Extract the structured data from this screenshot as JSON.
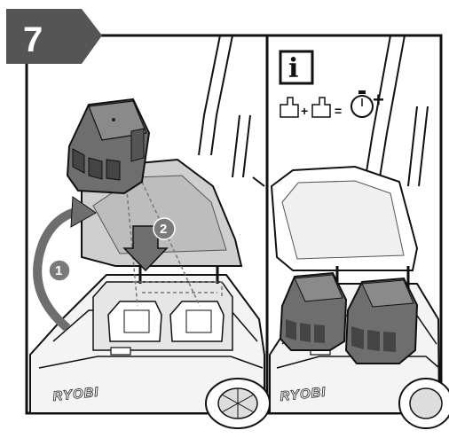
{
  "step": {
    "number": "7"
  },
  "panels": {
    "left": {
      "callouts": [
        "1",
        "2"
      ],
      "brand": "RYOBI"
    },
    "right": {
      "info_symbol": "i",
      "equation": {
        "plus": "+",
        "equals": "=",
        "result_plus": "+"
      },
      "brand": "RYOBI"
    }
  },
  "colors": {
    "step_badge": "#555555",
    "battery_fill": "#6e6e6e",
    "callout_fill": "#7a7a7a",
    "frame": "#111111"
  }
}
